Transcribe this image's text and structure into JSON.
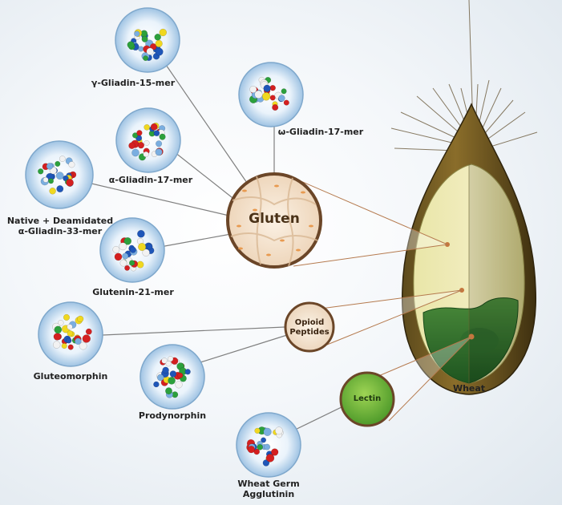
{
  "hubs": {
    "gluten": "Gluten",
    "opioid_line1": "Opioid",
    "opioid_line2": "Peptides",
    "lectin": "Lectin"
  },
  "peptides": {
    "gamma_gliadin": "γ-Gliadin-15-mer",
    "omega_gliadin": "ω-Gliadin-17-mer",
    "alpha_gliadin": "α-Gliadin-17-mer",
    "native_line1": "Native + Deamidated",
    "native_line2": "α-Gliadin-33-mer",
    "glutenin": "Glutenin-21-mer",
    "gluteomorphin": "Gluteomorphin",
    "prodynorphin": "Prodynorphin",
    "wga_line1": "Wheat Germ",
    "wga_line2": "Agglutinin"
  },
  "wheat_label": "Wheat",
  "colors": {
    "molecule_palette": [
      "#d42020",
      "#1f56b8",
      "#2ca03c",
      "#f0d820",
      "#f2f2f2",
      "#7aaee0"
    ],
    "bubble": "#b9d6ee",
    "gluten_fill": "#f3e2cf",
    "lectin_fill": "#6fbf3a",
    "connector": "#808080",
    "kernel_connector": "#b57a4e"
  }
}
